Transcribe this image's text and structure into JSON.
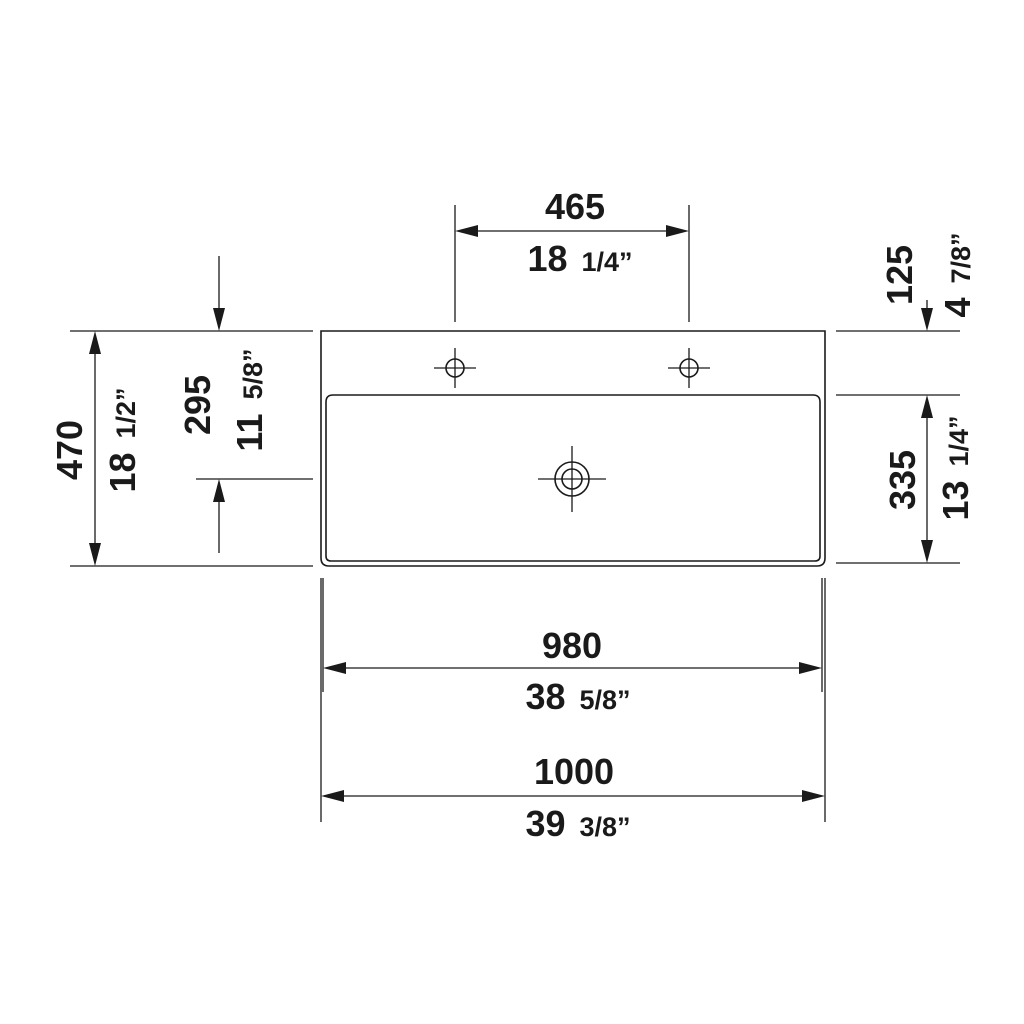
{
  "dimensions": {
    "hole_spacing": {
      "mm": "465",
      "in_whole": "18",
      "in_frac": "1/4”"
    },
    "rim_to_holes": {
      "mm": "125",
      "in_whole": "4",
      "in_frac": "7/8”"
    },
    "total_depth": {
      "mm": "470",
      "in_whole": "18",
      "in_frac": "1/2”"
    },
    "drain_depth": {
      "mm": "295",
      "in_whole": "11",
      "in_frac": "5/8”"
    },
    "bowl_depth": {
      "mm": "335",
      "in_whole": "13",
      "in_frac": "1/4”"
    },
    "bowl_width": {
      "mm": "980",
      "in_whole": "38",
      "in_frac": "5/8”"
    },
    "total_width": {
      "mm": "1000",
      "in_whole": "39",
      "in_frac": "3/8”"
    }
  }
}
